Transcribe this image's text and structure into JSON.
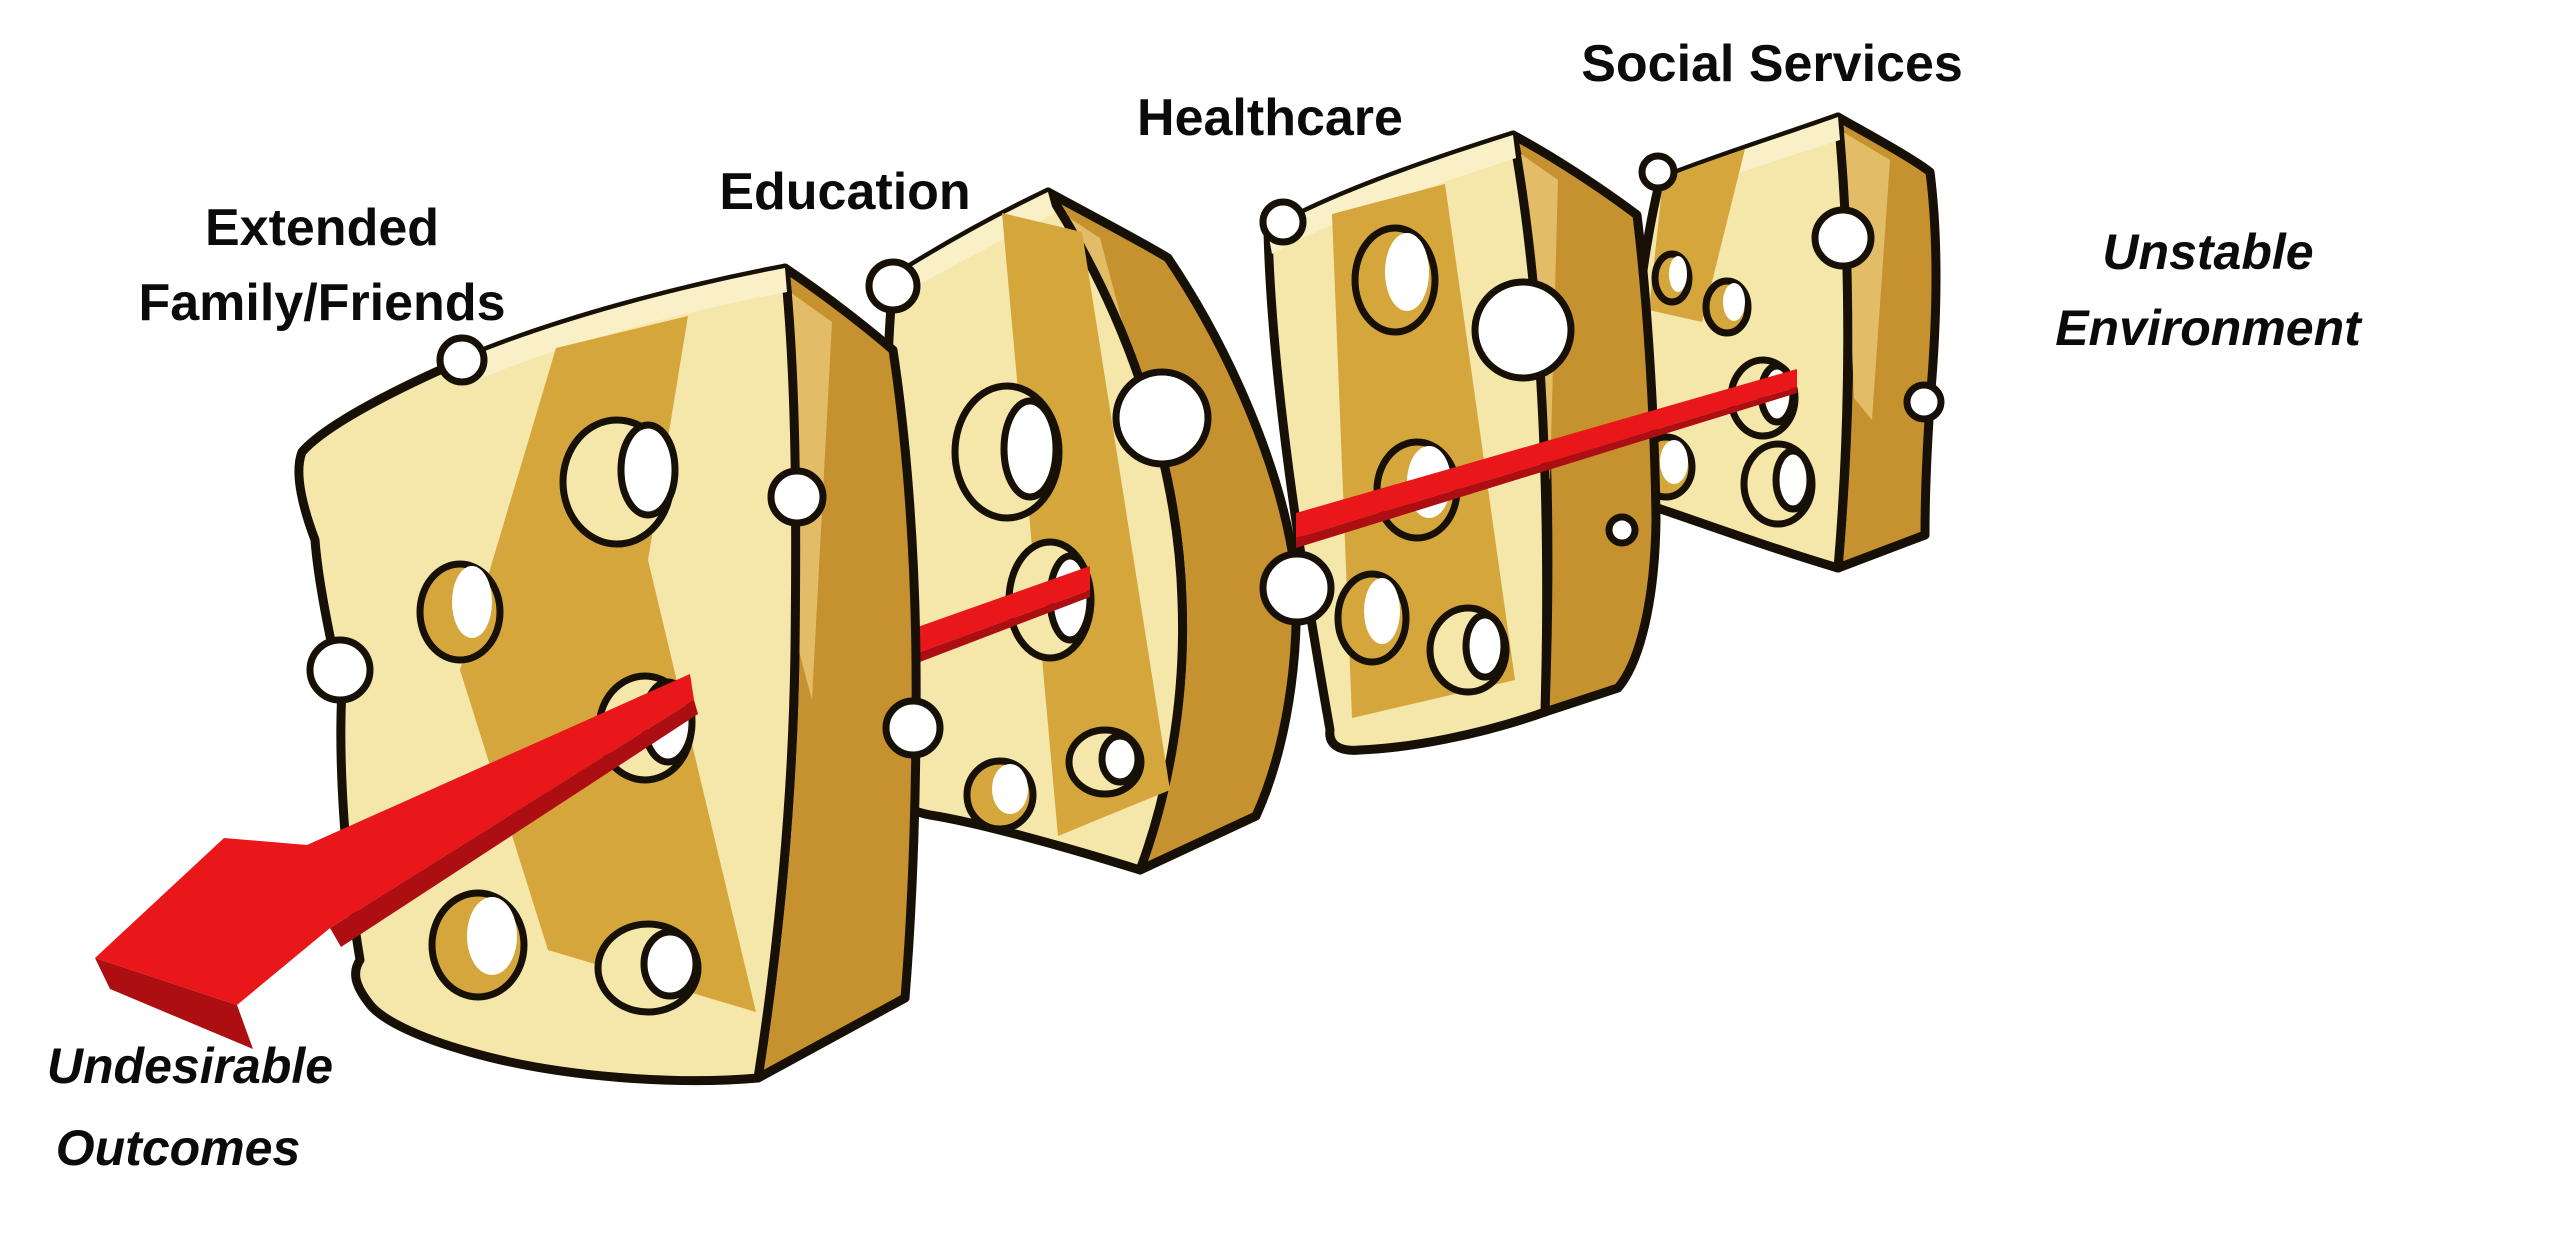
{
  "diagram": {
    "type": "swiss-cheese-model",
    "layers": [
      "Extended Family/Friends",
      "Education",
      "Healthcare",
      "Social Services"
    ],
    "arrow": {
      "from": "Unstable Environment",
      "to": "Undesirable Outcomes"
    }
  },
  "labels": {
    "layer1_line1": "Extended",
    "layer1_line2": "Family/Friends",
    "layer2": "Education",
    "layer3": "Healthcare",
    "layer4": "Social Services",
    "hazard_line1": "Unstable",
    "hazard_line2": "Environment",
    "outcome_line1": "Undesirable",
    "outcome_line2": "Outcomes"
  },
  "colors": {
    "background": "#FFFFFF",
    "cheese_face": "#F5E6AA",
    "cheese_face_light": "#FAF0C8",
    "cheese_side": "#C6912F",
    "cheese_shadow": "#D5A63C",
    "cheese_highlight": "#E2BC66",
    "outline": "#161006",
    "arrow_red": "#E9161A",
    "arrow_red_dark": "#AC0E11",
    "text": "#0B0B0B"
  }
}
